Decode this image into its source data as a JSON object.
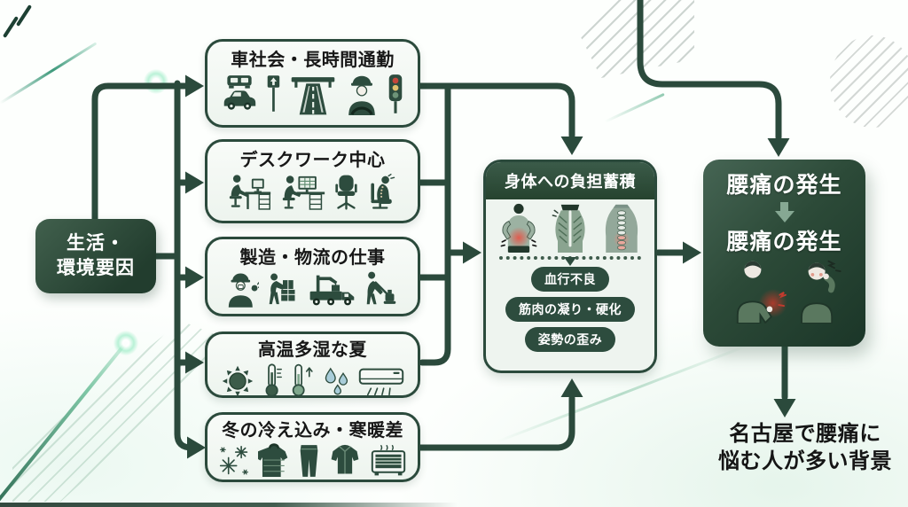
{
  "diagram": {
    "source": {
      "lines": [
        "生活・",
        "環境要因"
      ]
    },
    "factors": [
      {
        "title": "車社会・長時間通勤",
        "icons": [
          "cars-icon",
          "road-sign-icon",
          "highway-icon",
          "driver-icon",
          "traffic-light-icon"
        ]
      },
      {
        "title": "デスクワーク中心",
        "icons": [
          "desk-worker-icon",
          "desk-computer-icon",
          "office-chair-icon",
          "seated-person-icon"
        ]
      },
      {
        "title": "製造・物流の仕事",
        "icons": [
          "factory-worker-icon",
          "box-carrier-icon",
          "crane-truck-icon",
          "floor-machine-icon"
        ]
      },
      {
        "title": "高温多湿な夏",
        "icons": [
          "sun-icon",
          "thermometer-icon",
          "thermometer-up-icon",
          "sweat-drops-icon",
          "air-conditioner-icon"
        ]
      },
      {
        "title": "冬の冷え込み・寒暖差",
        "icons": [
          "snowflakes-icon",
          "puffer-jacket-icon",
          "pants-icon",
          "jacket-icon",
          "heater-icon"
        ]
      }
    ],
    "burden": {
      "title": "身体への負担蓄積",
      "illustrations": [
        "back-pain-figure-icon",
        "back-muscle-figure-icon",
        "spine-figure-icon"
      ],
      "effects": [
        "血行不良",
        "筋肉の凝り・硬化",
        "姿勢の歪み"
      ]
    },
    "result": {
      "title_top": "腰痛の発生",
      "title_bottom": "腰痛の発生",
      "illustrations": [
        "person-back-pain-icon",
        "person-distressed-icon"
      ]
    },
    "caption": {
      "lines": [
        "名古屋で腰痛に",
        "悩む人が多い背景"
      ]
    },
    "edges": [
      {
        "from": "source",
        "to": "factor-0"
      },
      {
        "from": "source",
        "to": "factor-1"
      },
      {
        "from": "source",
        "to": "factor-2"
      },
      {
        "from": "source",
        "to": "factor-3"
      },
      {
        "from": "source",
        "to": "factor-4"
      },
      {
        "from": "factor-0",
        "to": "burden"
      },
      {
        "from": "factor-1",
        "to": "burden"
      },
      {
        "from": "factor-2",
        "to": "burden"
      },
      {
        "from": "factor-3",
        "to": "burden"
      },
      {
        "from": "factor-4",
        "to": "burden"
      },
      {
        "from": "top-offscreen",
        "to": "result"
      },
      {
        "from": "burden",
        "to": "result"
      },
      {
        "from": "result",
        "to": "caption"
      }
    ],
    "colors": {
      "line": "#2b4a3c",
      "box_border": "#2b4a3c",
      "box_bg": "#f6faf6",
      "dark_box_bg": "#2c4a38",
      "pill_bg": "#2d4c3e",
      "accent_light_arrow": "#86a893",
      "pain_red": "#d84b3a",
      "traffic_red": "#c4473a",
      "traffic_yellow": "#dfc26e",
      "traffic_green": "#6d9478",
      "text_dark": "#171717"
    }
  }
}
